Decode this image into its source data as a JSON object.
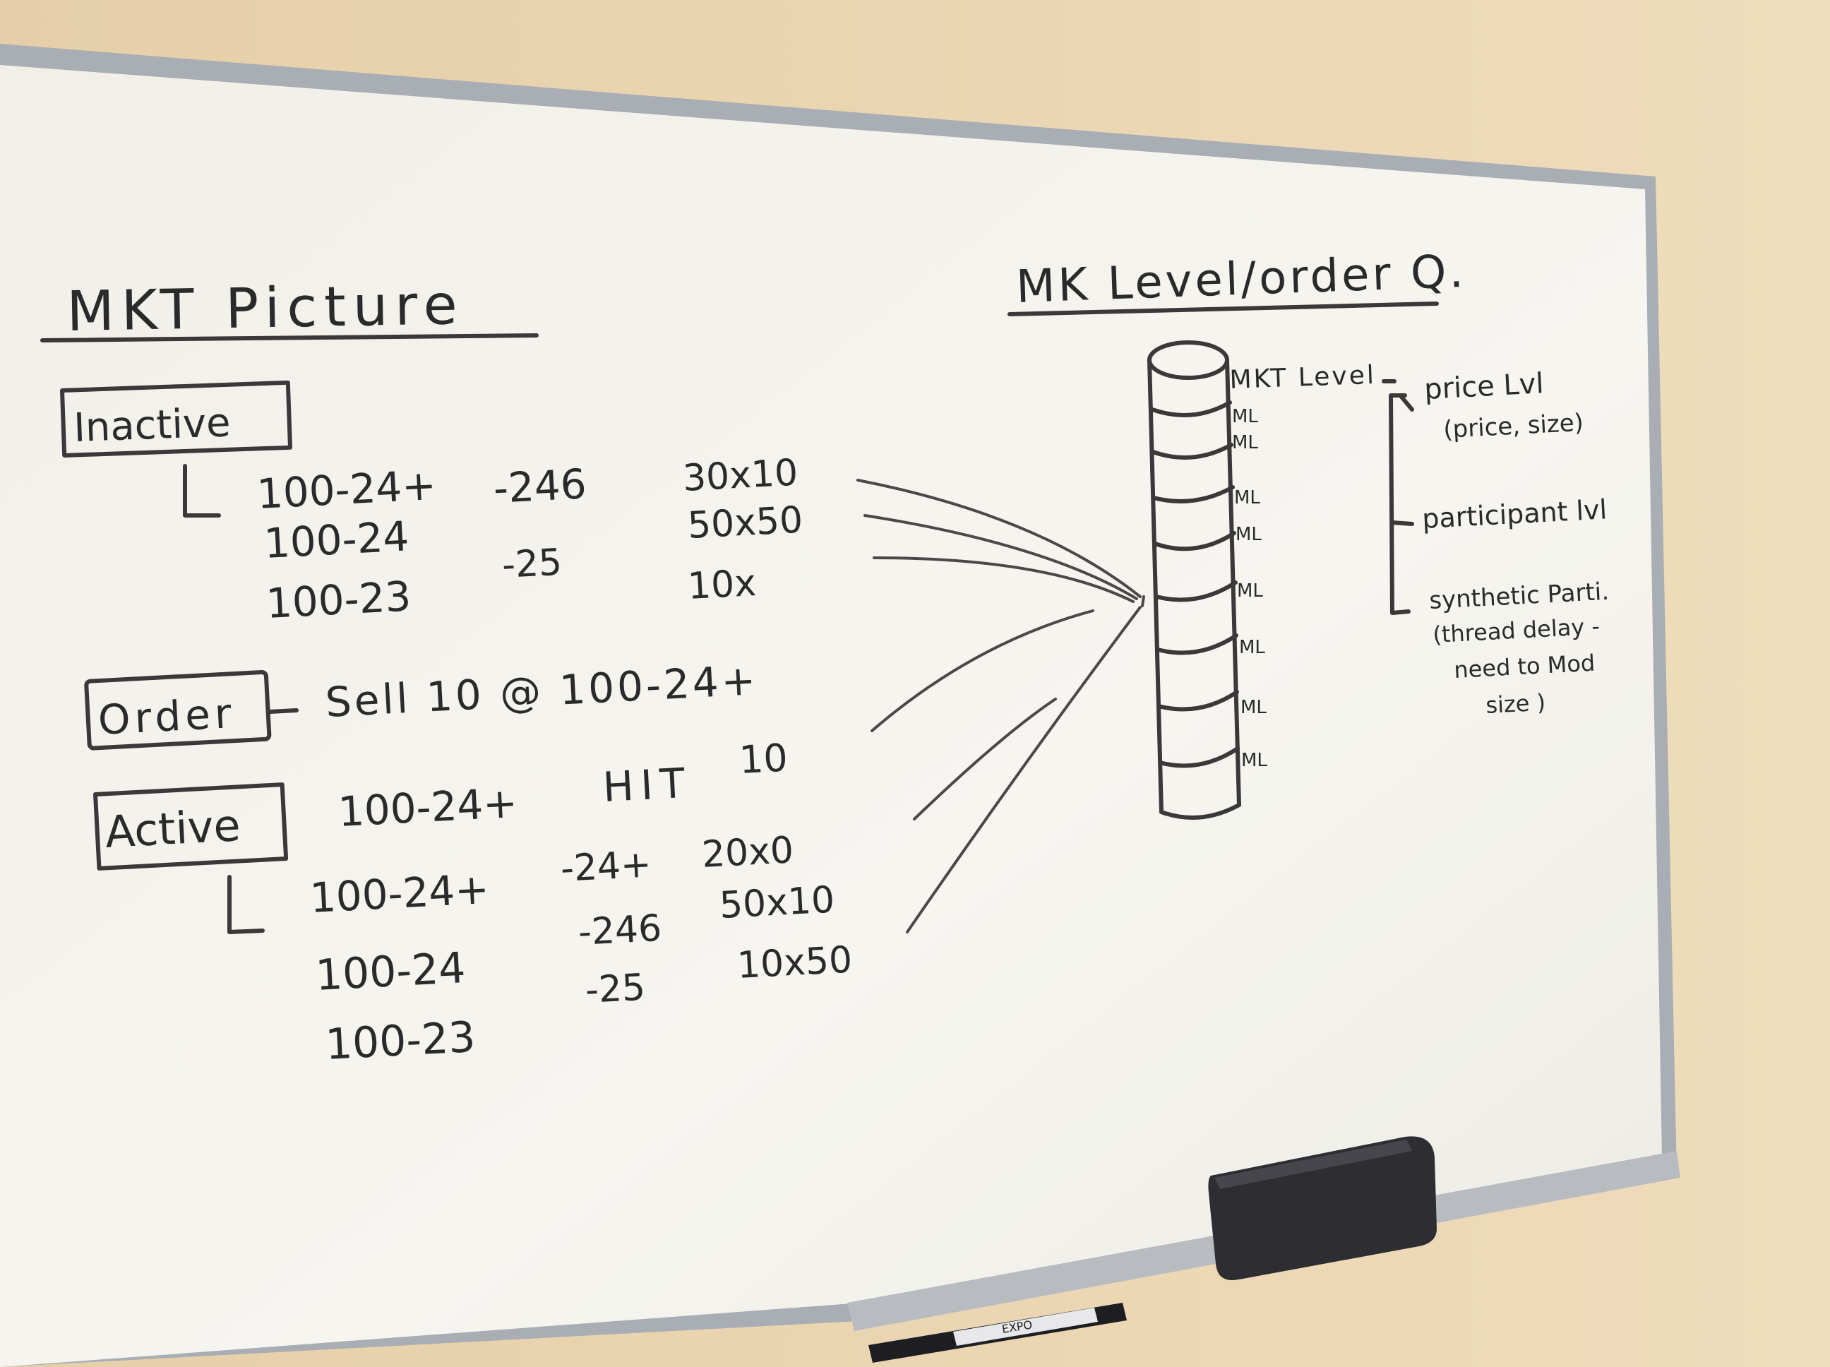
{
  "left_section": {
    "heading": "MKT Picture",
    "inactive_label": "Inactive",
    "inactive_rows": [
      {
        "price": "100-24+",
        "tick": "-246",
        "size": "30x10"
      },
      {
        "price": "100-24",
        "tick": "-25",
        "size": "50x50"
      },
      {
        "price": "100-23",
        "tick": "",
        "size": "10x"
      }
    ],
    "order_label": "Order",
    "order_text": "Sell 10 @ 100-24+",
    "active_label": "Active",
    "active_hit_price": "100-24+",
    "active_hit_text": "HIT",
    "active_hit_qty": "10",
    "active_rows": [
      {
        "price": "100-24+",
        "tick": "-24+",
        "size": "20x0"
      },
      {
        "price": "100-24",
        "tick": "-246",
        "size": "50x10"
      },
      {
        "price": "100-23",
        "tick": "-25",
        "size": "10x50"
      }
    ]
  },
  "right_section": {
    "heading": "MK Level/order Q.",
    "top_label": "MKT Level",
    "level_labels": [
      "ML",
      "ML",
      "ML",
      "ML",
      "ML",
      "ML",
      "ML",
      "ML"
    ],
    "notes": [
      {
        "line1": "price Lvl",
        "line2": "(price, size)"
      },
      {
        "line1": "participant lvl",
        "line2": ""
      },
      {
        "line1": "synthetic Parti.",
        "line2": "(thread delay -",
        "line3": "need to Mod",
        "line4": "size )"
      }
    ]
  },
  "colors": {
    "wall": "#e9d4b0",
    "board": "#f4f2ec",
    "frame": "#a9aeb4",
    "ink": "#2b2a2a",
    "eraser": "#2e2e32"
  }
}
